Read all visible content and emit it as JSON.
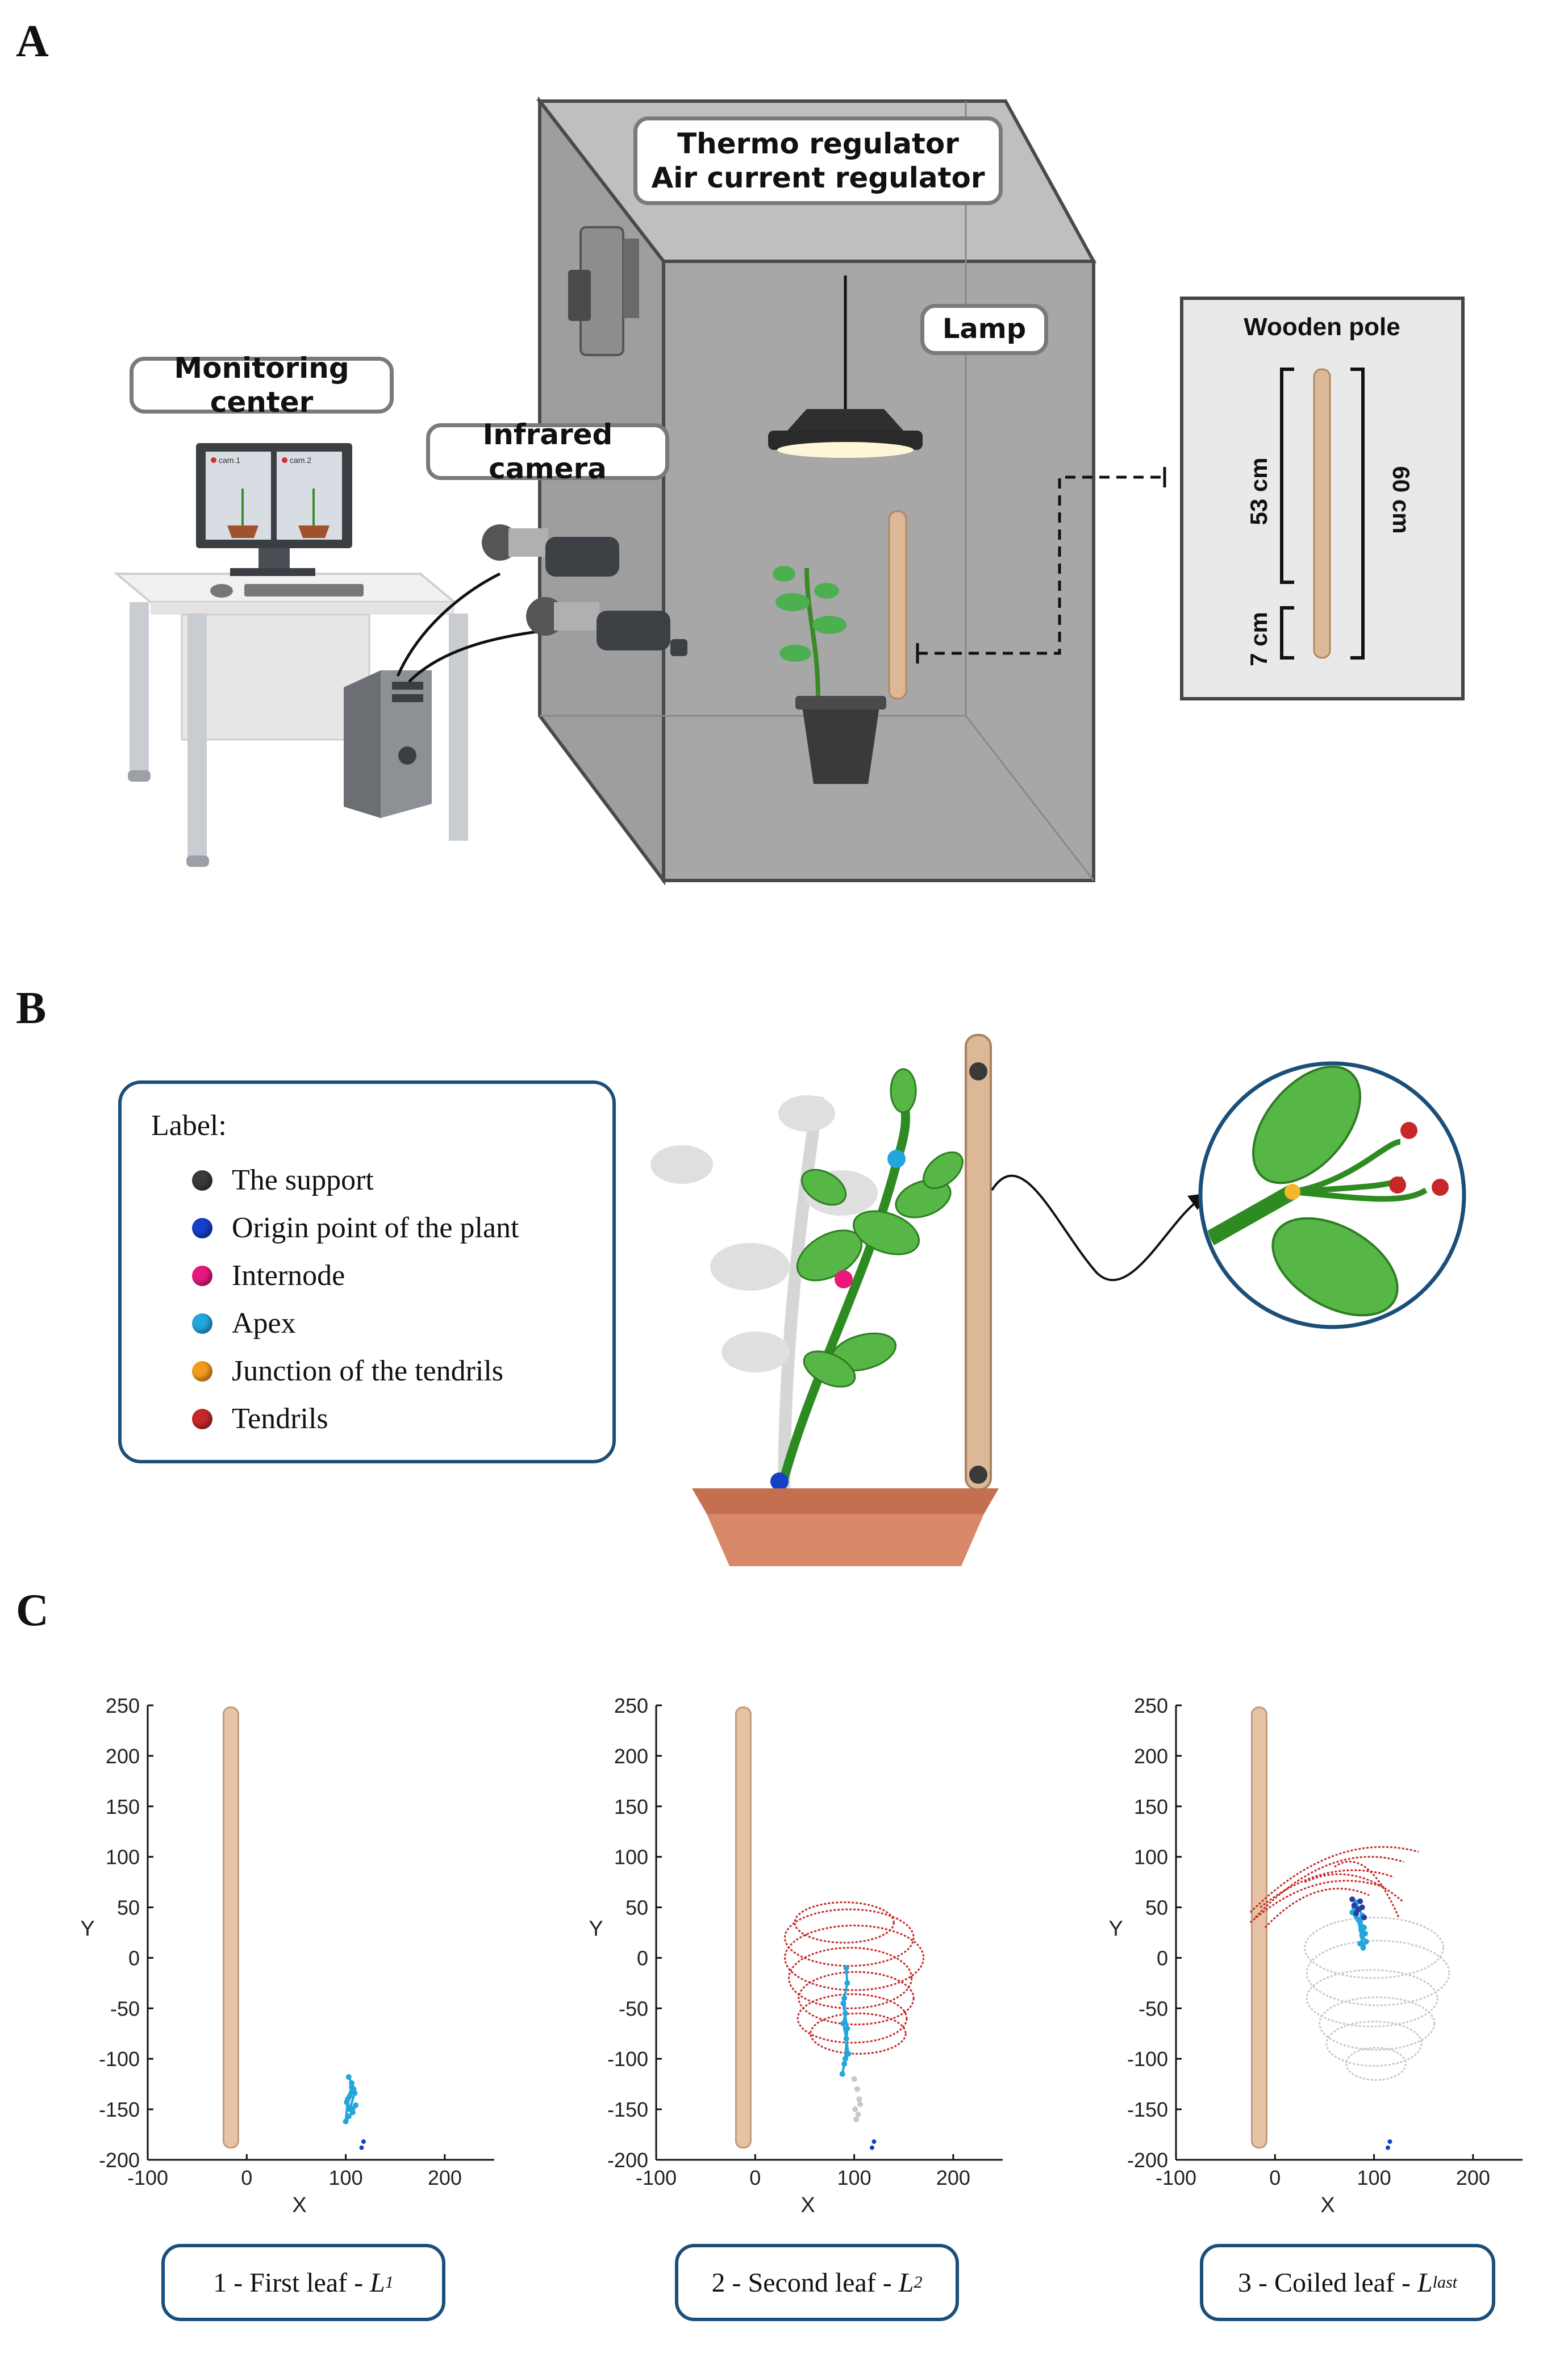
{
  "panels": {
    "a": "A",
    "b": "B",
    "c": "C"
  },
  "panel_a": {
    "thermo_label_line1": "Thermo regulator",
    "thermo_label_line2": "Air current regulator",
    "lamp_label": "Lamp",
    "monitoring_label": "Monitoring center",
    "camera_label": "Infrared camera",
    "monitor_cam1": "cam.1",
    "monitor_cam2": "cam.2",
    "pole_box_title": "Wooden pole",
    "pole_dim_53": "53 cm",
    "pole_dim_60": "60 cm",
    "pole_dim_7": "7 cm"
  },
  "panel_b": {
    "legend_title": "Label:",
    "legend_items": [
      {
        "label": "The support",
        "color": "#3a3a3a"
      },
      {
        "label": "Origin point of the plant",
        "color": "#1440c8"
      },
      {
        "label": "Internode",
        "color": "#e8197d"
      },
      {
        "label": "Apex",
        "color": "#22a6dc"
      },
      {
        "label": "Junction of the tendrils",
        "color": "#f39a1e"
      },
      {
        "label": "Tendrils",
        "color": "#c62828"
      }
    ]
  },
  "chart_data": [
    {
      "type": "scatter",
      "xlabel": "X",
      "ylabel": "Y",
      "xlim": [
        -100,
        250
      ],
      "ylim": [
        -200,
        250
      ],
      "xticks": [
        -100,
        0,
        100,
        200
      ],
      "yticks": [
        250,
        200,
        150,
        100,
        50,
        0,
        -50,
        -100,
        -150,
        -200
      ],
      "pole": {
        "x_center": -16,
        "y_bottom": -188,
        "y_top": 248
      },
      "series": [
        {
          "role": "apex",
          "color": "#22a6dc",
          "x": [
            103,
            106,
            108,
            104,
            101,
            105,
            110,
            107,
            103,
            100,
            102,
            106,
            109,
            104
          ],
          "y": [
            -118,
            -124,
            -130,
            -137,
            -143,
            -149,
            -146,
            -153,
            -157,
            -162,
            -140,
            -128,
            -134,
            -150
          ]
        },
        {
          "role": "origin",
          "color": "#1440c8",
          "x": [
            118,
            116
          ],
          "y": [
            -182,
            -188
          ]
        }
      ],
      "caption_prefix": "1 - First leaf - ",
      "caption_L": "L",
      "caption_sub": "1"
    },
    {
      "type": "scatter",
      "xlabel": "X",
      "ylabel": "Y",
      "xlim": [
        -100,
        250
      ],
      "ylim": [
        -200,
        250
      ],
      "xticks": [
        -100,
        0,
        100,
        200
      ],
      "yticks": [
        250,
        200,
        150,
        100,
        50,
        0,
        -50,
        -100,
        -150,
        -200
      ],
      "pole": {
        "x_center": -12,
        "y_bottom": -188,
        "y_top": 248
      },
      "series": [
        {
          "role": "tendrils",
          "color": "#c62828",
          "loops": [
            {
              "cx": 95,
              "cy": 20,
              "rx": 65,
              "ry": 28
            },
            {
              "cx": 100,
              "cy": 0,
              "rx": 70,
              "ry": 32
            },
            {
              "cx": 96,
              "cy": -20,
              "rx": 62,
              "ry": 30
            },
            {
              "cx": 102,
              "cy": -40,
              "rx": 58,
              "ry": 26
            },
            {
              "cx": 98,
              "cy": -60,
              "rx": 55,
              "ry": 24
            },
            {
              "cx": 104,
              "cy": -75,
              "rx": 48,
              "ry": 20
            },
            {
              "cx": 90,
              "cy": 35,
              "rx": 50,
              "ry": 20
            }
          ]
        },
        {
          "role": "apex",
          "color": "#22a6dc",
          "x": [
            92,
            93,
            90,
            91,
            89,
            92,
            94,
            90,
            88,
            91,
            93,
            89
          ],
          "y": [
            -10,
            -25,
            -40,
            -55,
            -65,
            -80,
            -95,
            -105,
            -115,
            -100,
            -70,
            -45
          ]
        },
        {
          "role": "previous",
          "color": "#c8c8c8",
          "x": [
            100,
            103,
            105,
            101,
            104,
            106,
            102
          ],
          "y": [
            -120,
            -130,
            -140,
            -150,
            -155,
            -145,
            -160
          ]
        },
        {
          "role": "origin",
          "color": "#1440c8",
          "x": [
            120,
            118
          ],
          "y": [
            -182,
            -188
          ]
        }
      ],
      "caption_prefix": "2 - Second leaf - ",
      "caption_L": "L",
      "caption_sub": "2"
    },
    {
      "type": "scatter",
      "xlabel": "X",
      "ylabel": "Y",
      "xlim": [
        -100,
        250
      ],
      "ylim": [
        -200,
        250
      ],
      "xticks": [
        -100,
        0,
        100,
        200
      ],
      "yticks": [
        250,
        200,
        150,
        100,
        50,
        0,
        -50,
        -100,
        -150,
        -200
      ],
      "pole": {
        "x_center": -16,
        "y_bottom": -188,
        "y_top": 248
      },
      "series": [
        {
          "role": "previous_loops",
          "color": "#c8c8c8",
          "loops": [
            {
              "cx": 100,
              "cy": 10,
              "rx": 70,
              "ry": 30
            },
            {
              "cx": 104,
              "cy": -15,
              "rx": 72,
              "ry": 32
            },
            {
              "cx": 98,
              "cy": -40,
              "rx": 66,
              "ry": 28
            },
            {
              "cx": 103,
              "cy": -65,
              "rx": 58,
              "ry": 26
            },
            {
              "cx": 100,
              "cy": -85,
              "rx": 48,
              "ry": 22
            },
            {
              "cx": 102,
              "cy": -105,
              "rx": 30,
              "ry": 16
            }
          ]
        },
        {
          "role": "tendrils",
          "color": "#c62828",
          "fans": [
            {
              "x1": -25,
              "y1": 45,
              "x2": 145,
              "y2": 105
            },
            {
              "x1": -20,
              "y1": 40,
              "x2": 130,
              "y2": 95
            },
            {
              "x1": -15,
              "y1": 50,
              "x2": 120,
              "y2": 80
            },
            {
              "x1": -25,
              "y1": 35,
              "x2": 110,
              "y2": 70
            },
            {
              "x1": -10,
              "y1": 30,
              "x2": 95,
              "y2": 62
            },
            {
              "x1": 30,
              "y1": 75,
              "x2": 130,
              "y2": 55
            },
            {
              "x1": 60,
              "y1": 90,
              "x2": 125,
              "y2": 40
            }
          ]
        },
        {
          "role": "apex",
          "color": "#22a6dc",
          "x": [
            82,
            85,
            88,
            86,
            90,
            88,
            92,
            89,
            84,
            87,
            80,
            78,
            91,
            86
          ],
          "y": [
            55,
            48,
            42,
            36,
            30,
            22,
            16,
            10,
            38,
            28,
            50,
            45,
            24,
            14
          ]
        },
        {
          "role": "junction",
          "color": "#2a3aa0",
          "x": [
            78,
            80,
            84,
            86,
            82,
            88,
            90
          ],
          "y": [
            58,
            52,
            48,
            56,
            44,
            50,
            40
          ]
        },
        {
          "role": "origin",
          "color": "#1440c8",
          "x": [
            116,
            114
          ],
          "y": [
            -182,
            -188
          ]
        }
      ],
      "caption_prefix": "3 - Coiled leaf - ",
      "caption_L": "L",
      "caption_sub": "last"
    }
  ]
}
